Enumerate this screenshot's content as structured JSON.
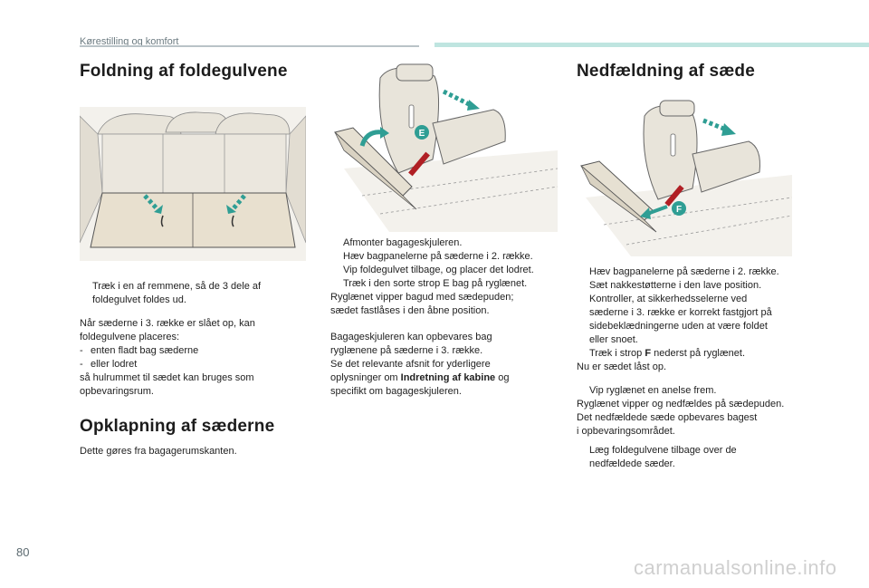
{
  "header": {
    "section_label": "Kørestilling og komfort"
  },
  "left": {
    "title": "Foldning af foldegulvene",
    "bullet1": [
      "Træk i en af remmene, så de 3 dele af",
      "foldegulvet foldes ud."
    ],
    "para1_intro": [
      "Når sæderne i 3. række er slået op, kan",
      "foldegulvene placeres:"
    ],
    "dash1": "enten fladt bag sæderne",
    "dash2": "eller lodret",
    "para1_end": [
      "så hulrummet til sædet kan bruges som",
      "opbevaringsrum."
    ],
    "title2": "Opklapning af sæderne",
    "para2": "Dette gøres fra bagagerumskanten."
  },
  "middle": {
    "bullets": [
      "Afmonter bagageskjuleren.",
      "Hæv bagpanelerne på sæderne i 2. række.",
      "Vip foldegulvet tilbage, og placer det lodret.",
      "Træk i den sorte strop E bag på ryglænet."
    ],
    "para1": [
      "Ryglænet vipper bagud med sædepuden;",
      "sædet fastlåses i den åbne position."
    ],
    "para2_lines": [
      "Bagageskjuleren kan opbevares bag",
      "ryglænene på sæderne i 3. række.",
      "Se det relevante afsnit for yderligere"
    ],
    "para2_last_pre": "oplysninger om ",
    "para2_last_bold": "Indretning af kabine",
    "para2_last_post": " og",
    "para2_final": "specifikt om bagageskjuleren.",
    "label_E": "E"
  },
  "right": {
    "title": "Nedfældning af sæde",
    "bullet1": "Hæv bagpanelerne på sæderne i 2. række.",
    "bullet2": "Sæt nakkestøtterne i den lave position.",
    "bullet3": [
      "Kontroller, at sikkerhedsselerne ved",
      "sæderne i 3. række er korrekt fastgjort på",
      "sidebeklædningerne uden at være foldet",
      "eller snoet."
    ],
    "bullet4_pre": "Træk i strop ",
    "bullet4_bold": "F",
    "bullet4_post": " nederst på ryglænet.",
    "line_locked": "Nu er sædet låst op.",
    "bullet5": "Vip ryglænet en anelse frem.",
    "para": [
      "Ryglænet vipper og nedfældes på sædepuden.",
      "Det nedfældede sæde opbevares bagest",
      "i opbevaringsområdet."
    ],
    "bullet6": [
      "Læg foldegulvene tilbage over de",
      "nedfældede sæder."
    ],
    "label_F": "F"
  },
  "bullet_symbol": "",
  "dash_symbol": "-",
  "page_number": "80",
  "watermark": "carmanualsonline.info",
  "colors": {
    "accent": "#2f9e94",
    "rule": "#b9c3c7",
    "strap": "#b01f24",
    "illustration": "#e8e4da"
  }
}
